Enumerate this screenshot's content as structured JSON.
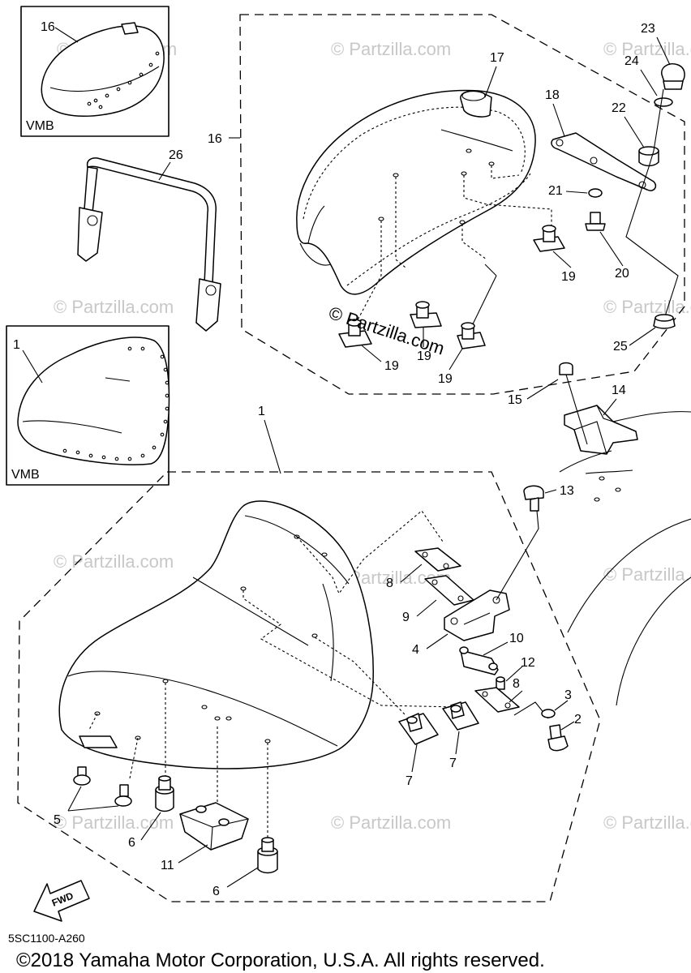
{
  "diagram": {
    "inset_top": {
      "label": "VMB",
      "part": "16"
    },
    "inset_mid": {
      "label": "VMB",
      "part": "1"
    },
    "fwd_label": "FWD",
    "watermark": "© Partzilla.com",
    "watermark_center": "© Partzilla.com",
    "diagram_code": "5SC1100-A260",
    "copyright": "©2018 Yamaha Motor Corporation, U.S.A. All rights reserved.",
    "callouts": {
      "p1": "1",
      "p2": "2",
      "p3": "3",
      "p4": "4",
      "p5": "5",
      "p6a": "6",
      "p6b": "6",
      "p7a": "7",
      "p7b": "7",
      "p8a": "8",
      "p8b": "8",
      "p9": "9",
      "p10": "10",
      "p11": "11",
      "p12": "12",
      "p13": "13",
      "p14": "14",
      "p15": "15",
      "p16": "16",
      "p17": "17",
      "p18": "18",
      "p19a": "19",
      "p19b": "19",
      "p19c": "19",
      "p19d": "19",
      "p20": "20",
      "p21": "21",
      "p22": "22",
      "p23": "23",
      "p24": "24",
      "p25": "25",
      "p26": "26"
    }
  }
}
